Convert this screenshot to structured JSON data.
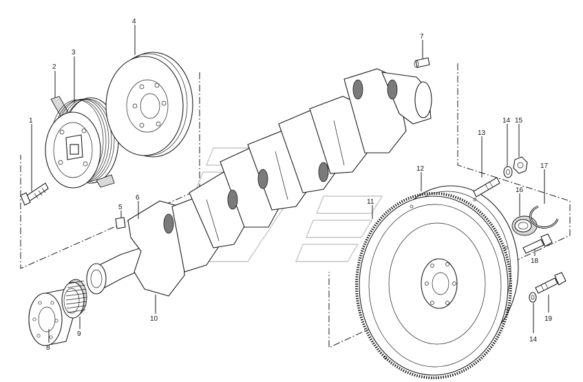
{
  "diagram": {
    "callouts": [
      {
        "id": "c1",
        "label": "1"
      },
      {
        "id": "c2",
        "label": "2"
      },
      {
        "id": "c3",
        "label": "3"
      },
      {
        "id": "c4",
        "label": "4"
      },
      {
        "id": "c5",
        "label": "5"
      },
      {
        "id": "c6",
        "label": "6"
      },
      {
        "id": "c7",
        "label": "7"
      },
      {
        "id": "c8",
        "label": "8"
      },
      {
        "id": "c9",
        "label": "9"
      },
      {
        "id": "c10",
        "label": "10"
      },
      {
        "id": "c11",
        "label": "11"
      },
      {
        "id": "c12",
        "label": "12"
      },
      {
        "id": "c13",
        "label": "13"
      },
      {
        "id": "c14a",
        "label": "14"
      },
      {
        "id": "c15",
        "label": "15"
      },
      {
        "id": "c16",
        "label": "16"
      },
      {
        "id": "c17",
        "label": "17"
      },
      {
        "id": "c18",
        "label": "18"
      },
      {
        "id": "c19",
        "label": "19"
      },
      {
        "id": "c14b",
        "label": "14"
      }
    ]
  }
}
